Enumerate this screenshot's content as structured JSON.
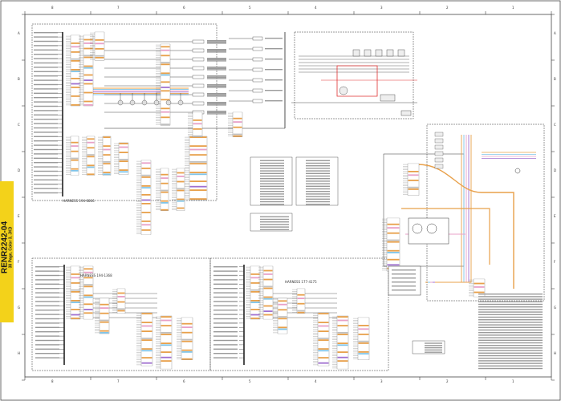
{
  "document": {
    "number": "RENR2242-04",
    "subtitle": "38 Page, Color 3, JKD"
  },
  "border": {
    "top_columns": [
      "8",
      "7",
      "6",
      "5",
      "4",
      "3",
      "2",
      "1"
    ],
    "bottom_columns": [
      "8",
      "7",
      "6",
      "5",
      "4",
      "3",
      "2",
      "1"
    ],
    "left_rows": [
      "A",
      "B",
      "C",
      "D",
      "E",
      "F",
      "G",
      "H"
    ],
    "right_rows": [
      "A",
      "B",
      "C",
      "D",
      "E",
      "F",
      "G",
      "H"
    ]
  },
  "harnesses": {
    "upper_left": "HARNESS 194-6866",
    "lower_left": "HARNESS 194-1368",
    "lower_middle": "HARNESS 177-4175"
  },
  "colors": {
    "tab": "#f3d21a",
    "wire_orange": "#e8a04a",
    "wire_blue": "#7fc4e8",
    "wire_pink": "#e8a0c8",
    "wire_red": "#e03030",
    "wire_purple": "#a070d0",
    "ink": "#222222"
  }
}
